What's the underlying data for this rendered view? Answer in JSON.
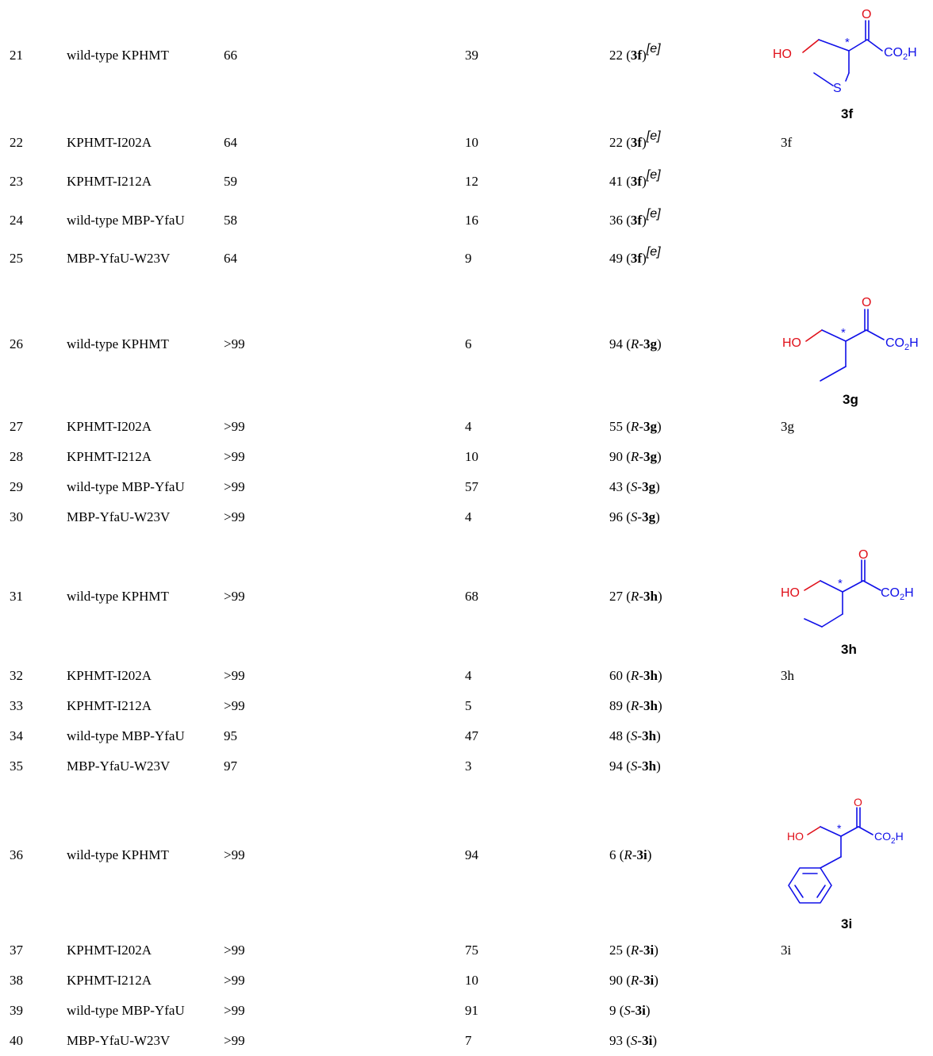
{
  "colors": {
    "oxygen_red": "#e0101a",
    "carbon_blue": "#1010e8"
  },
  "rows": [
    {
      "entry": "21",
      "enzyme": "wild-type KPHMT",
      "conv": "66",
      "y2": "39",
      "y3v": "22",
      "y3p": "3f",
      "y3s": "[e]"
    },
    {
      "entry": "22",
      "enzyme": "KPHMT-I202A",
      "conv": "64",
      "y2": "10",
      "y3v": "22",
      "y3p": "3f",
      "y3s": "[e]",
      "label": "3f"
    },
    {
      "entry": "23",
      "enzyme": "KPHMT-I212A",
      "conv": "59",
      "y2": "12",
      "y3v": "41",
      "y3p": "3f",
      "y3s": "[e]"
    },
    {
      "entry": "24",
      "enzyme": "wild-type MBP-YfaU",
      "conv": "58",
      "y2": "16",
      "y3v": "36",
      "y3p": "3f",
      "y3s": "[e]"
    },
    {
      "entry": "25",
      "enzyme": "MBP-YfaU-W23V",
      "conv": "64",
      "y2": "9",
      "y3v": "49",
      "y3p": "3f",
      "y3s": "[e]"
    },
    {
      "entry": "26",
      "enzyme": "wild-type KPHMT",
      "conv": ">99",
      "y2": "6",
      "y3v": "94",
      "y3c": "R",
      "y3p": "3g"
    },
    {
      "entry": "27",
      "enzyme": "KPHMT-I202A",
      "conv": ">99",
      "y2": "4",
      "y3v": "55",
      "y3c": "R",
      "y3p": "3g",
      "label": "3g"
    },
    {
      "entry": "28",
      "enzyme": "KPHMT-I212A",
      "conv": ">99",
      "y2": "10",
      "y3v": "90",
      "y3c": "R",
      "y3p": "3g"
    },
    {
      "entry": "29",
      "enzyme": "wild-type MBP-YfaU",
      "conv": ">99",
      "y2": "57",
      "y3v": "43",
      "y3c": "S",
      "y3p": "3g"
    },
    {
      "entry": "30",
      "enzyme": "MBP-YfaU-W23V",
      "conv": ">99",
      "y2": "4",
      "y3v": "96",
      "y3c": "S",
      "y3p": "3g"
    },
    {
      "entry": "31",
      "enzyme": "wild-type KPHMT",
      "conv": ">99",
      "y2": "68",
      "y3v": "27",
      "y3c": "R",
      "y3p": "3h"
    },
    {
      "entry": "32",
      "enzyme": "KPHMT-I202A",
      "conv": ">99",
      "y2": "4",
      "y3v": "60",
      "y3c": "R",
      "y3p": "3h",
      "label": "3h"
    },
    {
      "entry": "33",
      "enzyme": "KPHMT-I212A",
      "conv": ">99",
      "y2": "5",
      "y3v": "89",
      "y3c": "R",
      "y3p": "3h"
    },
    {
      "entry": "34",
      "enzyme": "wild-type MBP-YfaU",
      "conv": "95",
      "y2": "47",
      "y3v": "48",
      "y3c": "S",
      "y3p": "3h"
    },
    {
      "entry": "35",
      "enzyme": "MBP-YfaU-W23V",
      "conv": "97",
      "y2": "3",
      "y3v": "94",
      "y3c": "S",
      "y3p": "3h"
    },
    {
      "entry": "36",
      "enzyme": "wild-type KPHMT",
      "conv": ">99",
      "y2": "94",
      "y3v": "6",
      "y3c": "R",
      "y3p": "3i"
    },
    {
      "entry": "37",
      "enzyme": "KPHMT-I202A",
      "conv": ">99",
      "y2": "75",
      "y3v": "25",
      "y3c": "R",
      "y3p": "3i",
      "label": "3i"
    },
    {
      "entry": "38",
      "enzyme": "KPHMT-I212A",
      "conv": ">99",
      "y2": "10",
      "y3v": "90",
      "y3c": "R",
      "y3p": "3i"
    },
    {
      "entry": "39",
      "enzyme": "wild-type MBP-YfaU",
      "conv": ">99",
      "y2": "91",
      "y3v": "9",
      "y3c": "S",
      "y3p": "3i"
    },
    {
      "entry": "40",
      "enzyme": "MBP-YfaU-W23V",
      "conv": ">99",
      "y2": "7",
      "y3v": "93",
      "y3c": "S",
      "y3p": "3i"
    }
  ],
  "structures": {
    "f": {
      "ho": "HO",
      "co": "CO",
      "co_sub": "2",
      "co_h": "H",
      "o": "O",
      "star": "*",
      "s": "S",
      "name": "3f"
    },
    "g": {
      "ho": "HO",
      "co": "CO",
      "co_sub": "2",
      "co_h": "H",
      "o": "O",
      "star": "*",
      "name": "3g"
    },
    "h": {
      "ho": "HO",
      "co": "CO",
      "co_sub": "2",
      "co_h": "H",
      "o": "O",
      "star": "*",
      "name": "3h"
    },
    "i": {
      "ho": "HO",
      "co": "CO",
      "co_sub": "2",
      "co_h": "H",
      "o": "O",
      "star": "*",
      "name": "3i"
    }
  }
}
